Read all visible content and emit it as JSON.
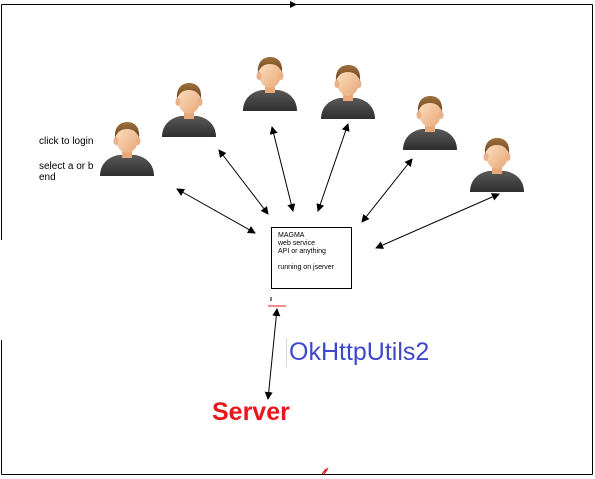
{
  "notes": {
    "login": "click to login",
    "select": "select a or b",
    "end": "end"
  },
  "service_box": {
    "line1": "MAGMA",
    "line2": "web service",
    "line3": "API or anything",
    "line4": "running on jserver"
  },
  "labels": {
    "okhttp": "OkHttpUtils2",
    "server": "Server"
  },
  "icons": {
    "user": "user-avatar-icon"
  },
  "colors": {
    "okhttp_text": "#3f48cc",
    "server_text": "#e8171c",
    "hair": "#8a5a2b",
    "skin": "#f6c49a",
    "shirt": "#4a4a4a"
  }
}
